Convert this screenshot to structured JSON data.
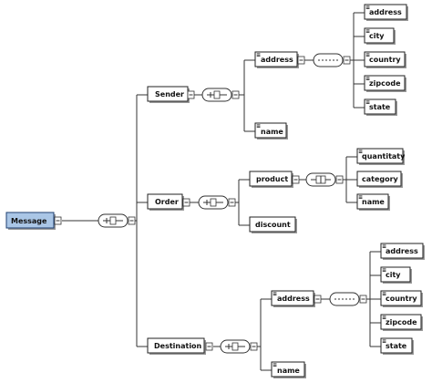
{
  "diagram": {
    "root": "Message",
    "groups": {
      "sender": "Sender",
      "order": "Order",
      "destination": "Destination"
    },
    "sender": {
      "address": "address",
      "name": "name",
      "address_fields": [
        "address",
        "city",
        "country",
        "zipcode",
        "state"
      ]
    },
    "order": {
      "product": "product",
      "discount": "discount",
      "product_fields": [
        "quantitaty",
        "category",
        "name"
      ]
    },
    "destination": {
      "address": "address",
      "name": "name",
      "address_fields": [
        "address",
        "city",
        "country",
        "zipcode",
        "state"
      ]
    }
  }
}
